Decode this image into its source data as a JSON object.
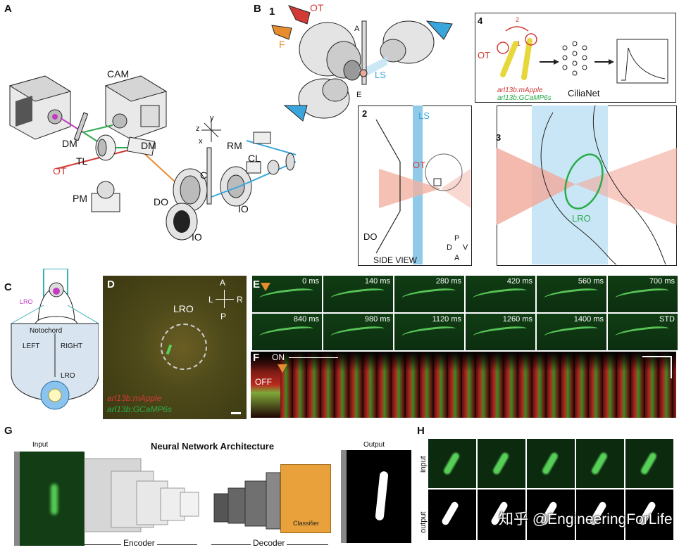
{
  "panels": {
    "A": "A",
    "B": "B",
    "C": "C",
    "D": "D",
    "E": "E",
    "F": "F",
    "G": "G",
    "H": "H"
  },
  "panelA": {
    "cam": "CAM",
    "dm1": "DM",
    "dm2": "DM",
    "tl": "TL",
    "ot": "OT",
    "pm": "PM",
    "do": "DO",
    "io1": "IO",
    "io2": "IO",
    "c": "C",
    "rm": "RM",
    "cl": "CL",
    "axes": {
      "z": "z",
      "x": "x",
      "y": "y"
    }
  },
  "panelB": {
    "step1": "1",
    "ot": "OT",
    "f": "F",
    "a": "A",
    "ls": "LS",
    "e": "E",
    "step2": "2",
    "ls2": "LS",
    "ot2": "OT",
    "do": "DO",
    "side_view": "SIDE VIEW",
    "orient": {
      "p": "P",
      "d": "D",
      "v": "V",
      "a": "A"
    },
    "step3": "3",
    "lro": "LRO",
    "step4": "4",
    "ot4": "OT",
    "n1": "1",
    "n2": "2",
    "apple": "arl13b:mApple",
    "gcamp": "arl13b:GCaMP6s",
    "cilianet": "CiliaNet"
  },
  "panelC": {
    "lro": "LRO",
    "notochord": "Notochord",
    "left": "LEFT",
    "right": "RIGHT",
    "lro2": "LRO"
  },
  "panelD": {
    "lro": "LRO",
    "a": "A",
    "p": "P",
    "l": "L",
    "r": "R",
    "apple": "arl13b:mApple",
    "gcamp": "arl13b:GCaMP6s"
  },
  "panelE": {
    "frames": [
      "0 ms",
      "140 ms",
      "280 ms",
      "420 ms",
      "560 ms",
      "700 ms",
      "840 ms",
      "980 ms",
      "1120 ms",
      "1260 ms",
      "1400 ms",
      "STD"
    ]
  },
  "panelF": {
    "off": "OFF",
    "on": "ON"
  },
  "panelG": {
    "title": "Neural Network Architecture",
    "input": "Input",
    "output": "Output",
    "classifier": "Classifier",
    "encoder": "Encoder",
    "decoder": "Decoder"
  },
  "panelH": {
    "input": "input",
    "output": "output"
  },
  "watermark": "知乎 @EngineeringForLife",
  "colors": {
    "ot_red": "#d23a35",
    "ls_blue": "#3aa6dc",
    "f_orange": "#e78c2f",
    "gfp_green": "#2bab4a"
  }
}
